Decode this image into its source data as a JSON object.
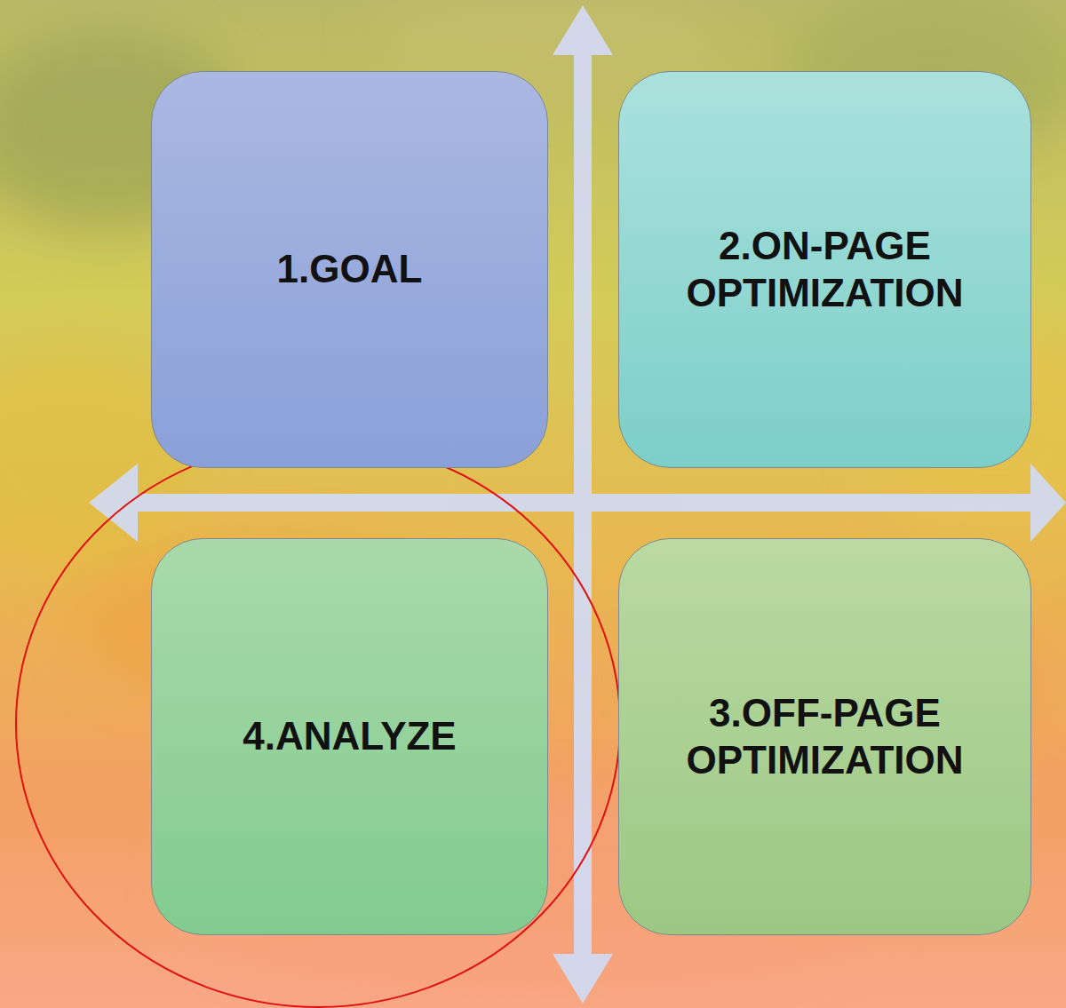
{
  "diagram": {
    "nodes": [
      {
        "text": [
          "1.GOAL"
        ]
      },
      {
        "text": [
          "2.ON-PAGE OPTIMIZATION"
        ]
      },
      {
        "text": [
          "4.ANALYZE"
        ]
      },
      {
        "text": [
          "3.OFF-PAGE OPTIMIZATION"
        ]
      }
    ]
  }
}
